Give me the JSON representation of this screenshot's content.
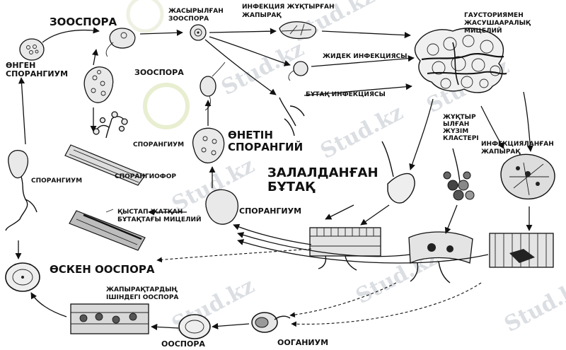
{
  "labels": {
    "zoospora_top": "ЗООСПОРА",
    "ongen_sporangium": "ӨНГЕН\nСПОРАНГИУМ",
    "zhasyrylgan_zoospora": "ЖАСЫРЫЛҒАН\nЗООСПОРА",
    "infected_leaf": "ИНФЕКЦИЯ ЖҰҚТЫРҒАН\nЖАПЫРАҚ",
    "haustoria_mycelium": "ГАУСТОРИЯМЕН\nЖАСУШААРАЛЫҚ\nМИЦЕЛИЙ",
    "zhidek_infection": "ЖИДЕК ИНФЕКЦИЯСЫ",
    "zoospora_mid": "ЗООСПОРА",
    "butak_infection": "БҰТАҚ ИНФЕКЦИЯСЫ",
    "infected_grape_cluster": "ЖҰҚТЫР\nЫЛҒАН\nЖҮЗІМ\nКЛАСТЕРІ",
    "infected_leaf_right": "ИНФЕКЦИЯЛАНҒАН\nЖАПЫРАҚ",
    "sporangium_left": "СПОРАНГИУМ",
    "sporangium_mid": "СПОРАНГИУМ",
    "ontin_sporangiy": "ӨНЕТІН\nСПОРАНГИЙ",
    "zaldangan_butak": "ЗАЛАЛДАНҒАН\nБҰТАҚ",
    "sporangiofor": "СПОРАНГИОФОР",
    "overwintering_mycelium": "ҚЫСТАП ЖАТҚАН\nБҰТАҚТАҒЫ МИЦЕЛИЙ",
    "sporangium_bottom": "СПОРАНГИУМ",
    "osken_oospora": "ӨСКЕН ООСПОРА",
    "oospora_in_leaves": "ЖАПЫРАҚТАРДЫҢ\nІШІНДЕГІ ООСПОРА",
    "ooganium": "ООГАНИУМ",
    "oospora": "ООСПОРА"
  },
  "watermark": "Stud.kz",
  "icons": [
    "zoospore-icon",
    "sporangium-icon",
    "leaf-icon",
    "mycelium-icon",
    "grape-cluster-icon",
    "oospore-icon",
    "leaf-section-icon"
  ]
}
